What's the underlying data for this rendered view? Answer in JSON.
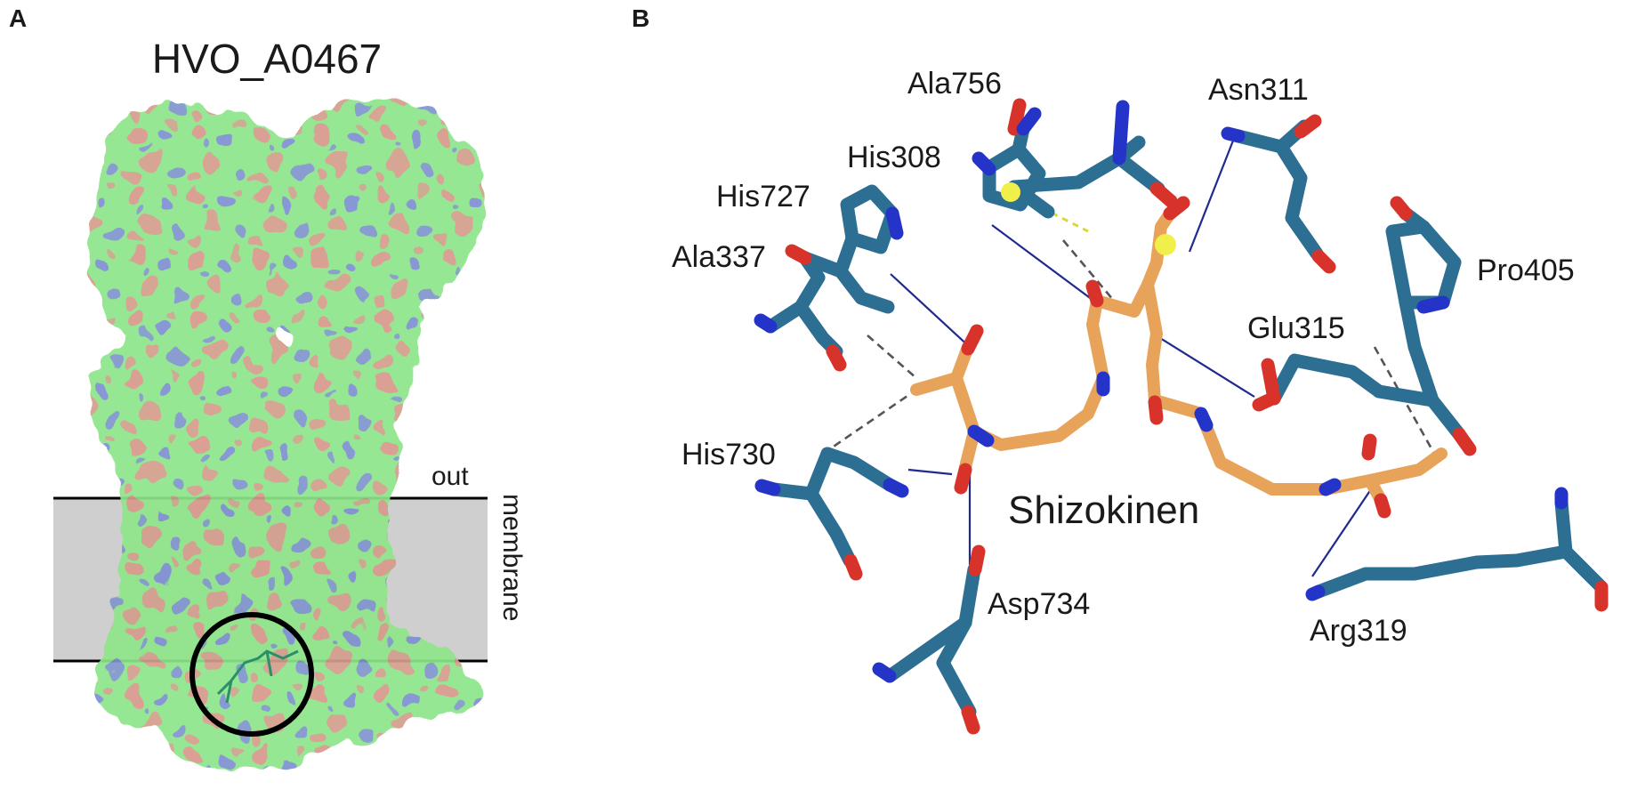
{
  "panel_a": {
    "letter": "A",
    "title": "HVO_A0467",
    "label_out": "out",
    "label_membrane": "membrane"
  },
  "panel_b": {
    "letter": "B",
    "ligand_name": "Shizokinen",
    "residues": [
      "Ala756",
      "Asn311",
      "His308",
      "His727",
      "Ala337",
      "Pro405",
      "Glu315",
      "His730",
      "Asp734",
      "Arg319"
    ]
  },
  "colors": {
    "surface_green": "#8ee58a",
    "surface_red": "#e58c8c",
    "surface_blue": "#7a7be3",
    "membrane_gray": "#cfcfcf",
    "residue_blue": "#2d6f93",
    "ligand_orange": "#e8a35a",
    "oxygen_red": "#d8332b",
    "nitrogen_blue": "#2434c8",
    "iron_yellow": "#f1ef4a",
    "hbond_line": "#1f2a8f",
    "dash_gray": "#555555"
  }
}
